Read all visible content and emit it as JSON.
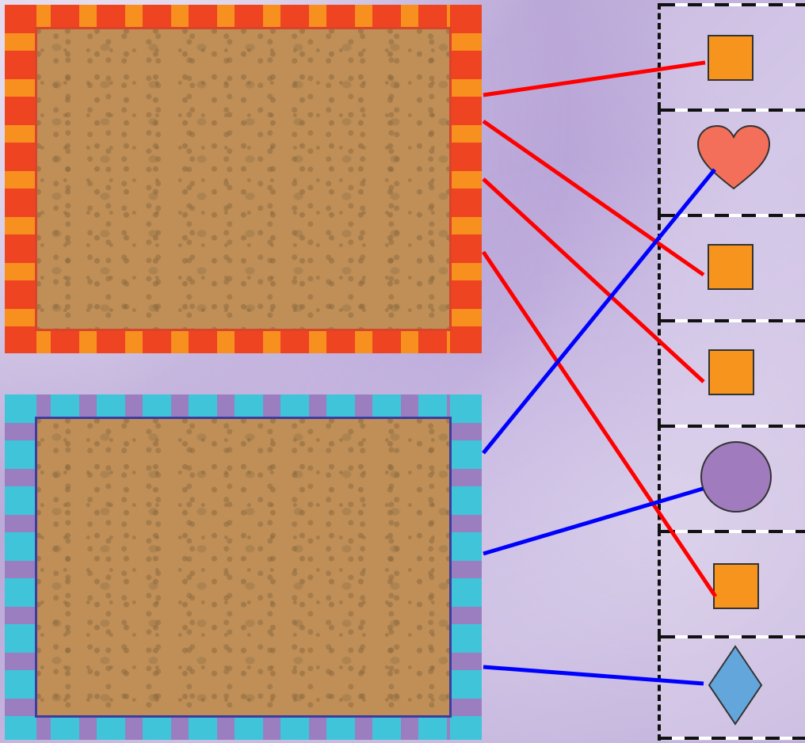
{
  "boards": [
    {
      "id": "red-board",
      "border_colors": [
        "#ee4422",
        "#f7901e"
      ]
    },
    {
      "id": "blue-board",
      "border_colors": [
        "#3fc4da",
        "#9a7ebf"
      ]
    }
  ],
  "cells": [
    {
      "shape": "square",
      "color": "#f7941d"
    },
    {
      "shape": "heart",
      "color": "#f36f5a"
    },
    {
      "shape": "square",
      "color": "#f7941d"
    },
    {
      "shape": "square",
      "color": "#f7941d"
    },
    {
      "shape": "circle",
      "color": "#a07bbd"
    },
    {
      "shape": "square",
      "color": "#f7941d"
    },
    {
      "shape": "diamond",
      "color": "#63a6dc"
    }
  ],
  "connections": [
    {
      "board": "red-board",
      "cell": 1,
      "color": "#ff0000"
    },
    {
      "board": "red-board",
      "cell": 3,
      "color": "#ff0000"
    },
    {
      "board": "red-board",
      "cell": 4,
      "color": "#ff0000"
    },
    {
      "board": "red-board",
      "cell": 6,
      "color": "#ff0000"
    },
    {
      "board": "blue-board",
      "cell": 2,
      "color": "#0000ff"
    },
    {
      "board": "blue-board",
      "cell": 5,
      "color": "#0000ff"
    },
    {
      "board": "blue-board",
      "cell": 7,
      "color": "#0000ff"
    }
  ]
}
